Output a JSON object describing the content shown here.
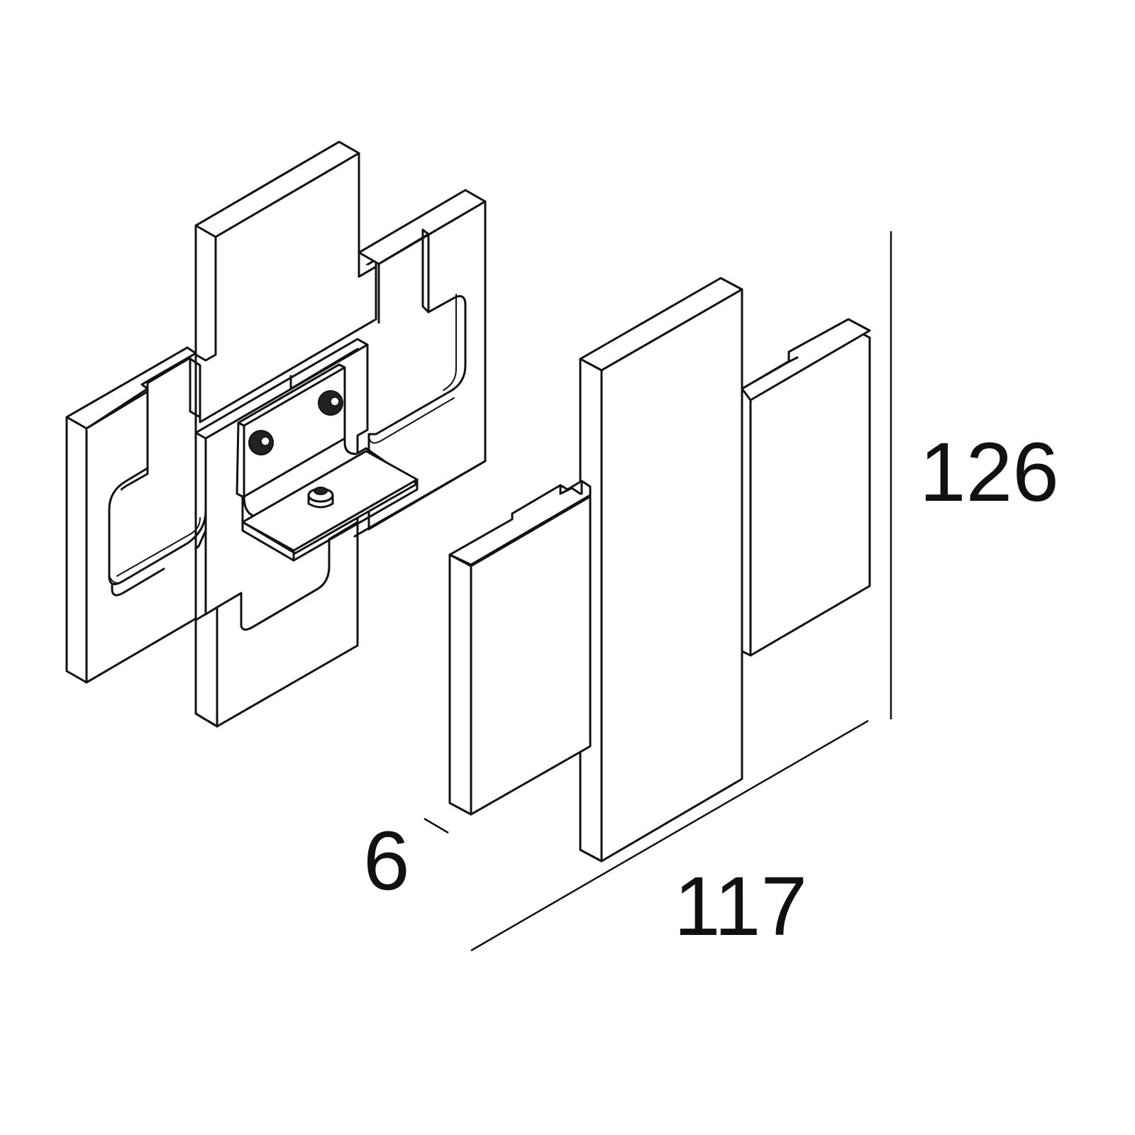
{
  "dimensions": {
    "height": "126",
    "width": "117",
    "thickness": "6"
  }
}
